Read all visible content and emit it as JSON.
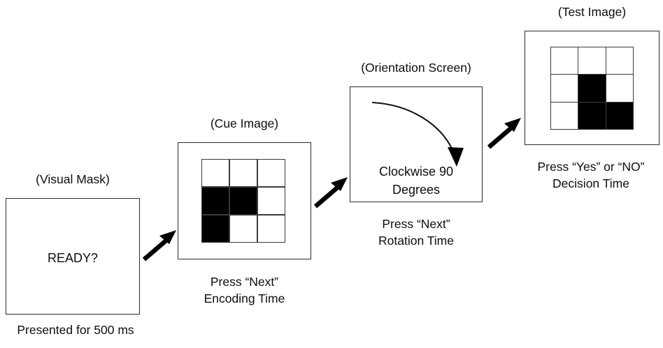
{
  "figure": {
    "type": "flow-diagram",
    "background_color": "#ffffff",
    "line_color": "#2b2b2b",
    "fill_color": "#000000"
  },
  "stages": [
    {
      "id": "visual-mask",
      "title": "(Visual Mask)",
      "screen_text": "READY?",
      "caption": "Presented for 500 ms",
      "grid": null
    },
    {
      "id": "cue-image",
      "title": "(Cue Image)",
      "screen_text": "",
      "caption": "Press “Next”\nEncoding Time",
      "grid": {
        "rows": 3,
        "cols": 3,
        "cells": [
          [
            0,
            0,
            0
          ],
          [
            1,
            1,
            0
          ],
          [
            1,
            0,
            0
          ]
        ]
      }
    },
    {
      "id": "orientation-screen",
      "title": "(Orientation Screen)",
      "screen_text": "Clockwise 90\nDegrees",
      "caption": "Press “Next”\nRotation Time",
      "grid": null,
      "rotation_icon": "clockwise-curved-arrow-icon"
    },
    {
      "id": "test-image",
      "title": "(Test Image)",
      "screen_text": "",
      "caption": "Press “Yes” or “NO”\nDecision Time",
      "grid": {
        "rows": 3,
        "cols": 3,
        "cells": [
          [
            0,
            0,
            0
          ],
          [
            0,
            1,
            0
          ],
          [
            0,
            1,
            1
          ]
        ]
      }
    }
  ],
  "connectors": [
    {
      "id": "mask-to-cue",
      "icon": "arrow-up-right-icon"
    },
    {
      "id": "cue-to-orientation",
      "icon": "arrow-up-right-icon"
    },
    {
      "id": "orientation-to-test",
      "icon": "arrow-up-right-icon"
    }
  ]
}
